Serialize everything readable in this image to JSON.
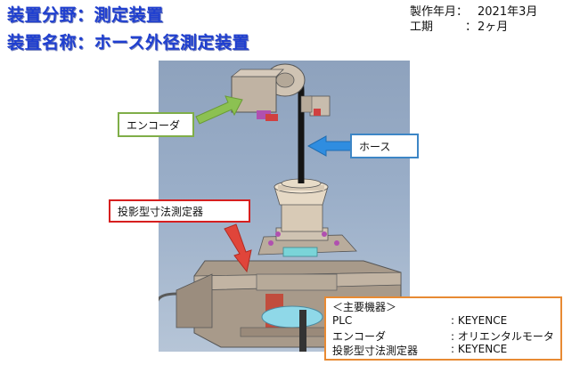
{
  "header": {
    "field_line": "装置分野：測定装置",
    "name_line": "装置名称：ホース外径測定装置",
    "production_label": "製作年月：",
    "production_value": "2021年3月",
    "period_label": "工期",
    "period_sep": "：",
    "period_value": "2ヶ月"
  },
  "callouts": {
    "encoder": "エンコーダ",
    "hose": "ホース",
    "projection": "投影型寸法測定器"
  },
  "spec_box": {
    "title": "＜主要機器＞",
    "rows": [
      {
        "item": "PLC",
        "value": ": KEYENCE"
      },
      {
        "item": "エンコーダ",
        "value": ": オリエンタルモータ"
      },
      {
        "item": "投影型寸法測定器",
        "value": ": KEYENCE"
      }
    ]
  },
  "colors": {
    "title_blue": "#1f3fd0",
    "encoder_arrow_green": "#8cc152",
    "hose_arrow_blue": "#2f8de0",
    "projection_arrow_red": "#e0453a",
    "spec_border_orange": "#e88a33"
  }
}
